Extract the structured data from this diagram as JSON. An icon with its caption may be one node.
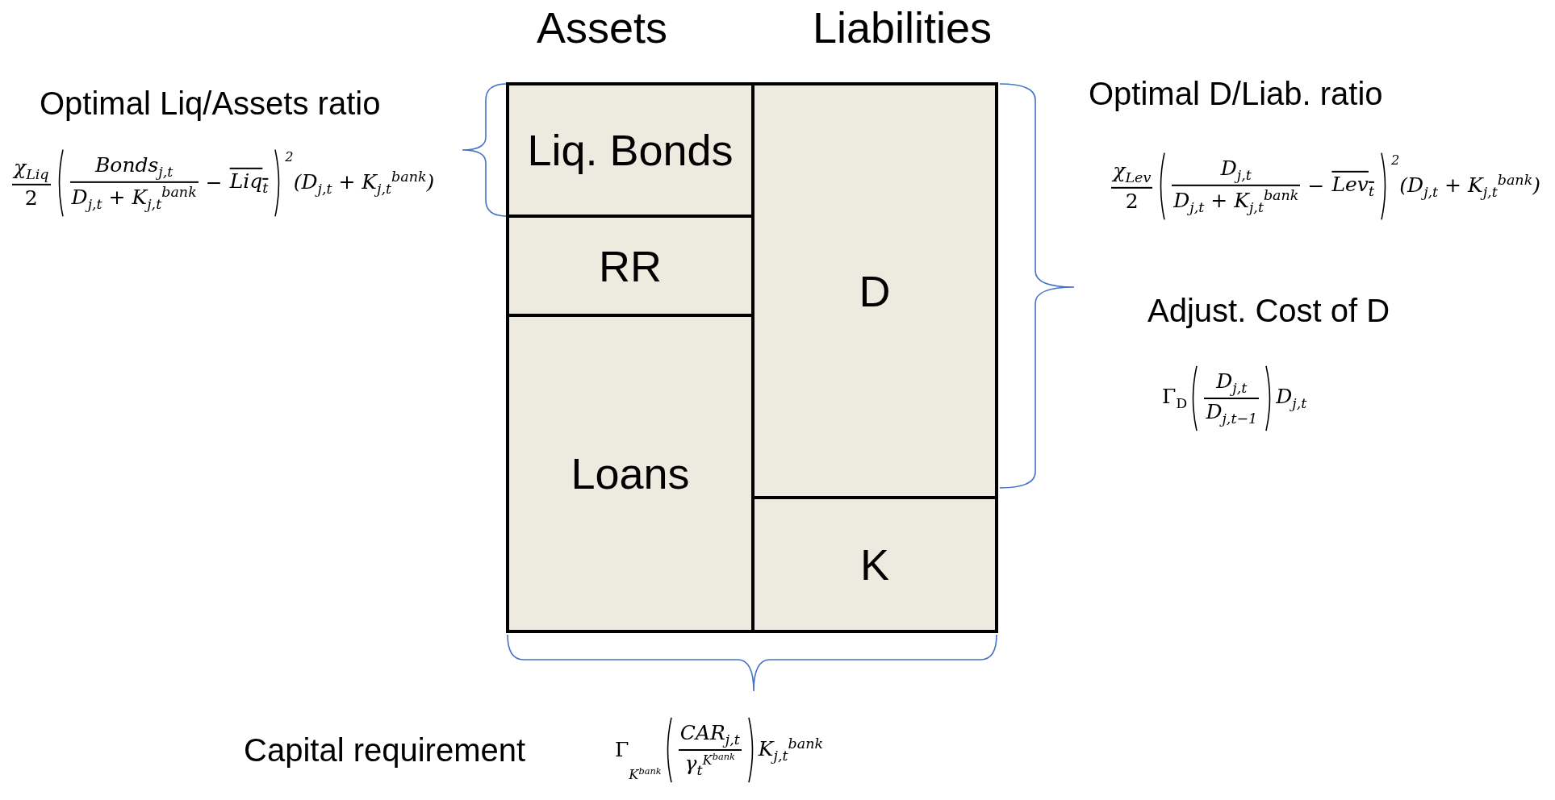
{
  "diagram": {
    "nodes": [
      {
        "text": [
          "Liq. Bonds"
        ]
      },
      {
        "text": [
          "RR"
        ]
      },
      {
        "text": [
          "Loans"
        ]
      },
      {
        "text": [
          "D"
        ]
      },
      {
        "text": [
          "K"
        ]
      }
    ],
    "labels": [
      "Assets",
      "Liabilities",
      "Optimal Liq/Assets ratio",
      "χ$_{Liq}$",
      "2",
      "Bonds$_{j,t}$",
      "D$_{j,t}$ + K$_{j,t}$$^{bank}$",
      "−",
      "Liq$_{t}$",
      "2",
      "(D$_{j,t}$ + K$_{j,t}$$^{bank}$)",
      "Optimal D/Liab. ratio",
      "χ$_{Lev}$",
      "2",
      "D$_{j,t}$",
      "D$_{j,t}$ + K$_{j,t}$$^{bank}$",
      "−",
      "Lev$_{t}$",
      "2",
      "(D$_{j,t}$ + K$_{j,t}$$^{bank}$)",
      "Adjust. Cost of D",
      "Γ$_{D}$",
      "D$_{j,t}$",
      "D$_{j,t−1}$",
      "D$_{j,t}$",
      "Capital requirement",
      "Γ",
      "K$^{bank}$",
      "CAR$_{j,t}$",
      "γ$_{t}$",
      "K$^{bank}$",
      "K$_{j,t}$$^{bank}$"
    ]
  }
}
